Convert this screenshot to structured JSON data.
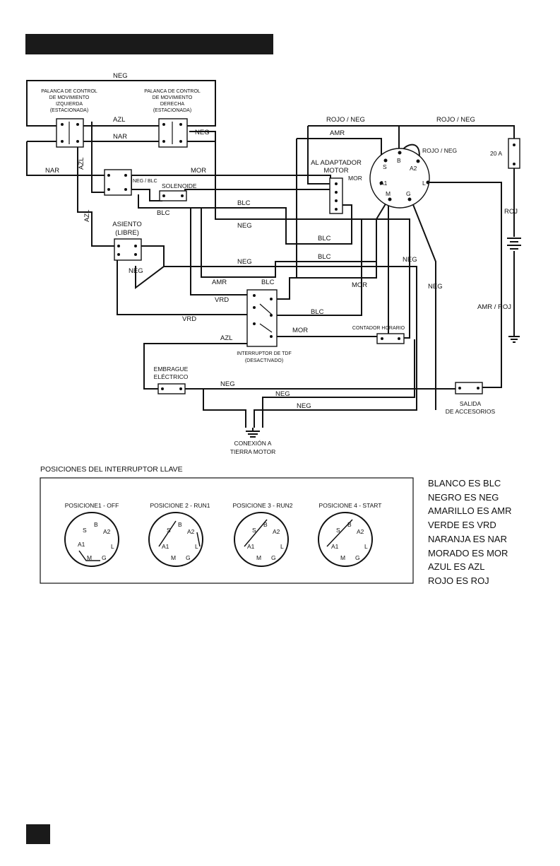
{
  "diagram": {
    "wire_labels": {
      "neg": "NEG",
      "azl": "AZL",
      "nar": "NAR",
      "mor": "MOR",
      "blc": "BLC",
      "amr": "AMR",
      "vrd": "VRD",
      "roj": "ROJ",
      "rojo_neg": "ROJO / NEG",
      "neg_blc": "NEG / BLC",
      "amr_roj": "AMR / ROJ"
    },
    "components": {
      "palanca_izq": [
        "PALANCA DE CONTROL",
        "DE MOVIMIENTO",
        "IZQUIERDA",
        "(ESTACIONADA)"
      ],
      "palanca_der": [
        "PALANCA DE CONTROL",
        "DE MOVIMIENTO",
        "DERECHA",
        "(ESTACIONADA)"
      ],
      "solenoide": "SOLENOIDE",
      "asiento": [
        "ASIENTO",
        "(LIBRE)"
      ],
      "adaptador": [
        "AL ADAPTADOR",
        "MOTOR"
      ],
      "fusible": "20 A",
      "interruptor_tdf": [
        "INTERRUPTOR DE TDF",
        "(DESACTIVADO)"
      ],
      "contador": "CONTADOR HORARIO",
      "embrague": [
        "EMBRAGUE",
        "ELÉCTRICO"
      ],
      "salida": [
        "SALIDA",
        "DE ACCESORIOS"
      ],
      "tierra": [
        "CONEXIÓN A",
        "TIERRA MOTOR"
      ]
    },
    "terminals": {
      "s": "S",
      "b": "B",
      "a2": "A2",
      "a1": "A1",
      "l": "L",
      "m": "M",
      "g": "G"
    }
  },
  "key_positions": {
    "title": "POSICIONES DEL INTERRUPTOR LLAVE",
    "positions": [
      "POSICIONE1 - OFF",
      "POSICIONE 2 - RUN1",
      "POSICIONE 3 - RUN2",
      "POSICIONE 4 - START"
    ]
  },
  "legend": [
    "BLANCO ES BLC",
    "NEGRO ES NEG",
    "AMARILLO ES AMR",
    "VERDE ES VRD",
    "NARANJA ES NAR",
    "MORADO ES MOR",
    "AZUL ES AZL",
    "ROJO ES ROJ"
  ]
}
